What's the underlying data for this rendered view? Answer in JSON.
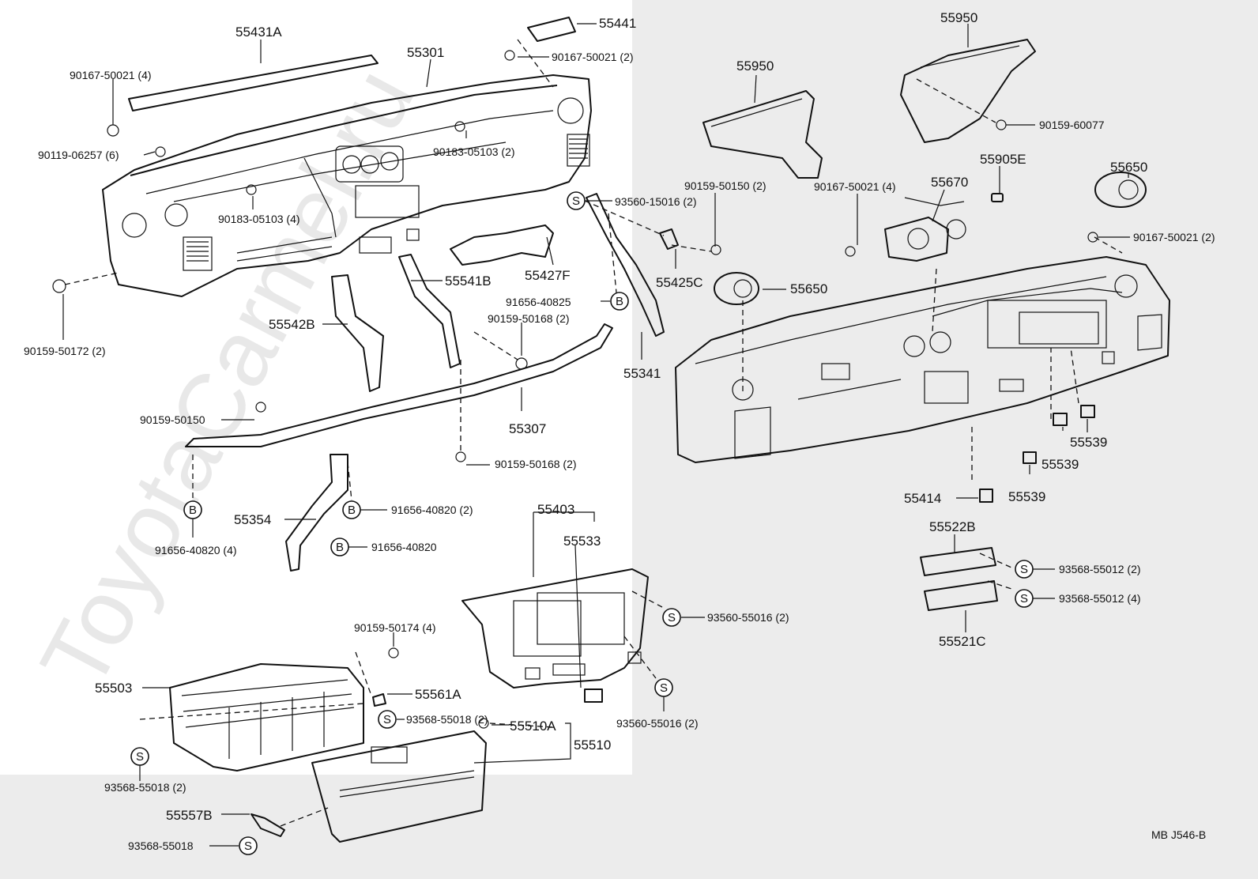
{
  "watermark": "ToyotaCarmel.ru",
  "footer_code": "MB  J546-B",
  "labels": {
    "p55431A": "55431A",
    "p55301": "55301",
    "p55441": "55441",
    "p90167_50021_4_top": "90167-50021 (4)",
    "p90167_50021_2_top": "90167-50021 (2)",
    "p90119_06257": "90119-06257 (6)",
    "p90183_05103_2": "90183-05103 (2)",
    "p90183_05103_4": "90183-05103 (4)",
    "p90159_50172": "90159-50172 (2)",
    "p93560_15016": "93560-15016 (2)",
    "p55541B": "55541B",
    "p55427F": "55427F",
    "p91656_40825": "91656-40825",
    "p55542B": "55542B",
    "p90159_50168_top": "90159-50168 (2)",
    "p90159_50150_left": "90159-50150",
    "p55307": "55307",
    "p90159_50168_bot": "90159-50168 (2)",
    "p55354": "55354",
    "p91656_40820_2": "91656-40820 (2)",
    "p91656_40820": "91656-40820",
    "p91656_40820_4": "91656-40820 (4)",
    "p55341": "55341",
    "p55950_mid": "55950",
    "p55950_top": "55950",
    "p90159_60077": "90159-60077",
    "p90159_50150_2": "90159-50150 (2)",
    "p55425C": "55425C",
    "p55650_mid": "55650",
    "p55905E": "55905E",
    "p55670": "55670",
    "p90167_50021_4_right": "90167-50021 (4)",
    "p55650_right": "55650",
    "p90167_50021_2_right": "90167-50021 (2)",
    "p55539_a": "55539",
    "p55539_b": "55539",
    "p55539_c": "55539",
    "p55414": "55414",
    "p55403": "55403",
    "p55533": "55533",
    "p93560_55016_a": "93560-55016 (2)",
    "p93560_55016_b": "93560-55016 (2)",
    "p90159_50174": "90159-50174 (4)",
    "p55503": "55503",
    "p55561A": "55561A",
    "p93568_55018_2a": "93568-55018 (2)",
    "p55510A": "55510A",
    "p55510": "55510",
    "p93568_55018_2b": "93568-55018 (2)",
    "p55557B": "55557B",
    "p93568_55018": "93568-55018",
    "p55522B": "55522B",
    "p93568_55012_2": "93568-55012 (2)",
    "p93568_55012_4": "93568-55012 (4)",
    "p55521C": "55521C"
  },
  "circle_marks": {
    "s": "S",
    "b": "B"
  }
}
